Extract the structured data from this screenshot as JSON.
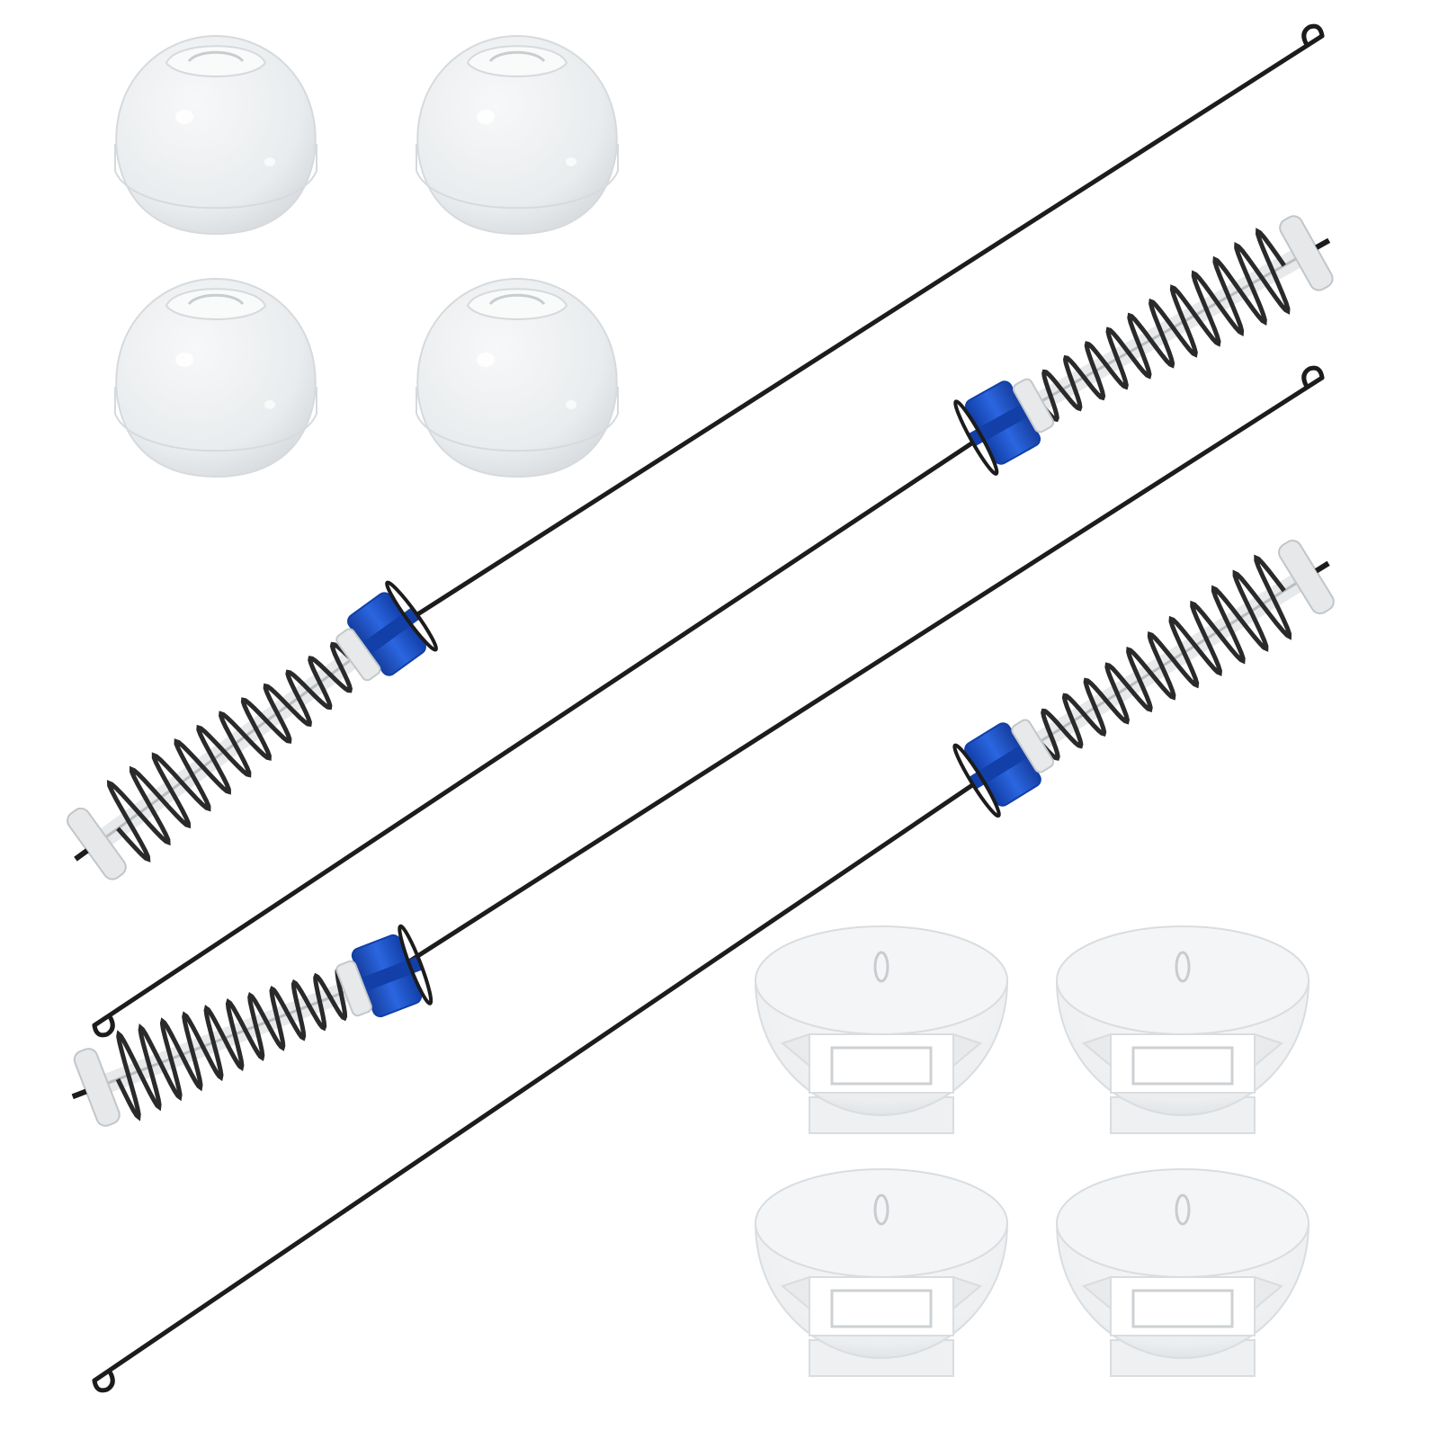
{
  "product_photo": {
    "background": "#ffffff",
    "colors": {
      "rod": "#1c1c1c",
      "spring": "#2a2a2a",
      "collar": "#1f5ad6",
      "collar_dark": "#123fa8",
      "plastic": "#e7e9ea",
      "plastic_shade": "#cfd3d6",
      "bushing": "#eceff0",
      "bushing_shade": "#d6dadd",
      "cup": "#eef0f1",
      "cup_shade": "#d9dde0",
      "washer": "#e6e8ea"
    },
    "items": {
      "suspension_rods": 4,
      "bushings": 4,
      "dampening_cups": 4
    }
  }
}
